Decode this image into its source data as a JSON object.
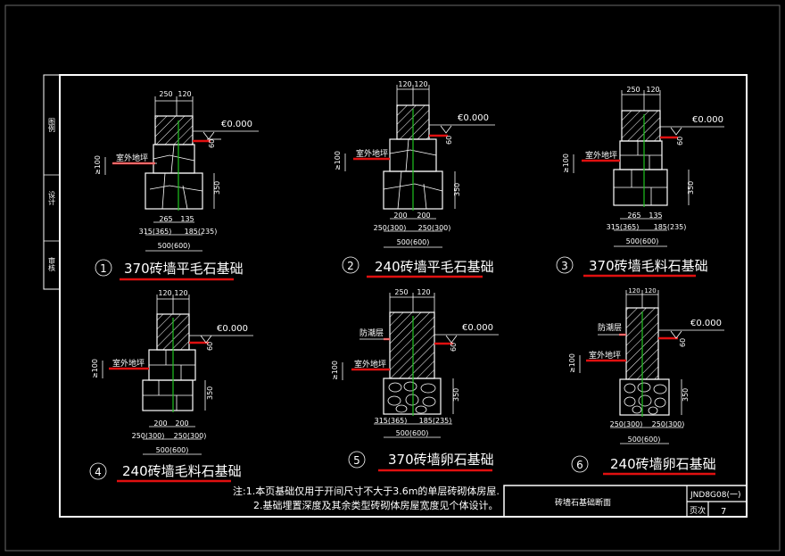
{
  "side_labels": [
    "图例",
    "设计",
    "审核"
  ],
  "level_mark": "€0.000",
  "outdoor_ground": "室外地坪",
  "dpc_label": "防潮层",
  "ge100": "≥100",
  "dims": {
    "d60": "60",
    "d350": "350",
    "d250": "250",
    "d120": "120",
    "d265": "265",
    "d135": "135",
    "d315_365": "315(365)",
    "d185_235": "185(235)",
    "d500_600": "500(600)",
    "d200": "200",
    "d250_300": "250(300)"
  },
  "details": [
    {
      "num": "1",
      "title": "370砖墙平毛石基础"
    },
    {
      "num": "2",
      "title": "240砖墙平毛石基础"
    },
    {
      "num": "3",
      "title": "370砖墙毛料石基础"
    },
    {
      "num": "4",
      "title": "240砖墙毛料石基础"
    },
    {
      "num": "5",
      "title": "370砖墙卵石基础"
    },
    {
      "num": "6",
      "title": "240砖墙卵石基础"
    }
  ],
  "notes": {
    "line1": "注:1.本页基础仅用于开间尺寸不大于3.6m的单层砖砌体房屋.",
    "line2": "2.基础埋置深度及其余类型砖砌体房屋宽度见个体设计。"
  },
  "title_block": {
    "drawing_name": "砖墙石基础断面",
    "drawing_no": "JND8G08(一)",
    "page_label": "页次",
    "page_value": "7"
  }
}
